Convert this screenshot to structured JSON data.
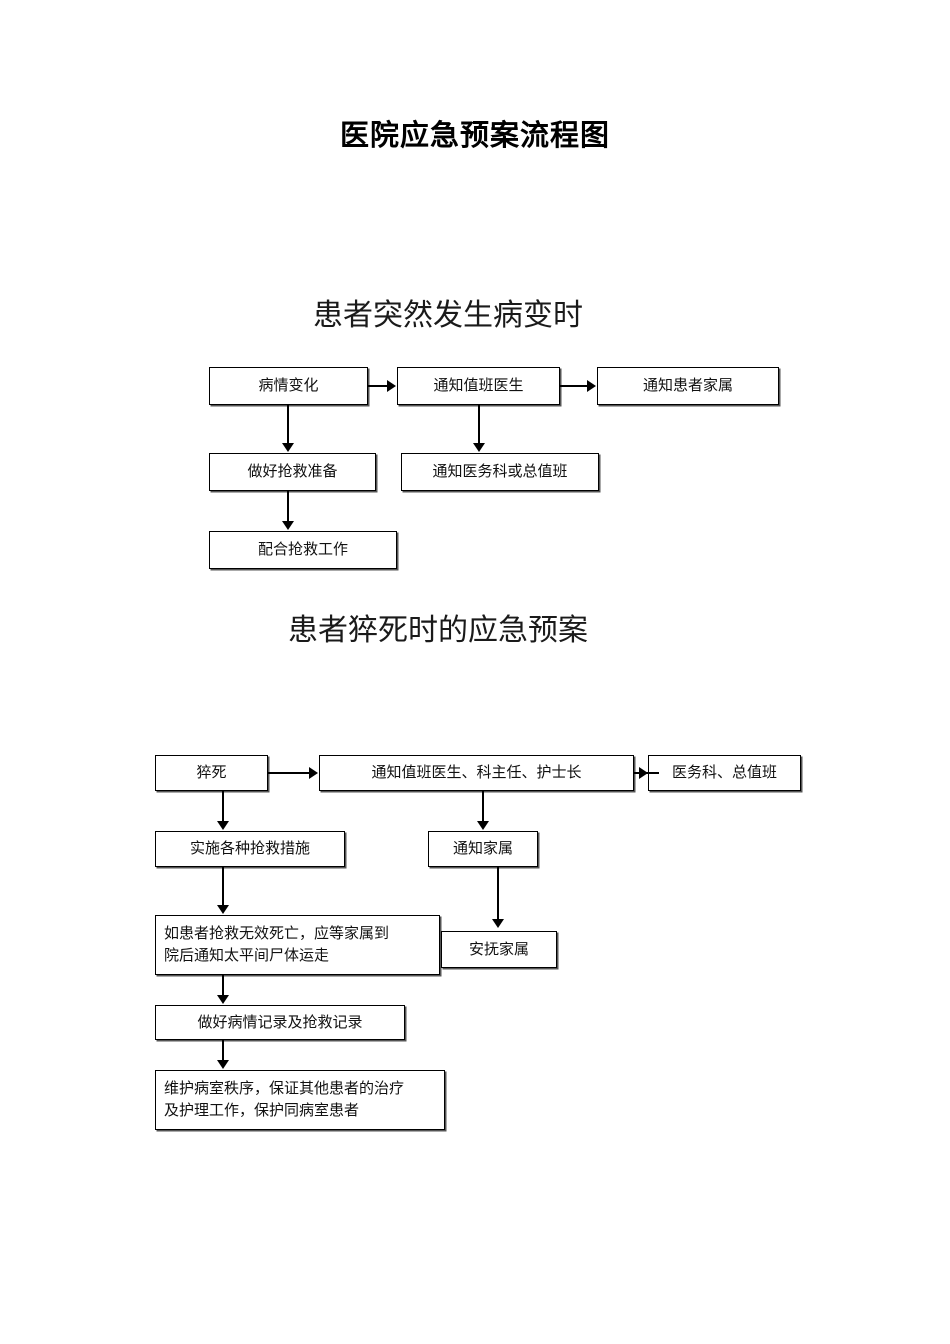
{
  "document": {
    "title": "医院应急预案流程图"
  },
  "sections": [
    {
      "heading": "患者突然发生病变时",
      "nodes": {
        "n1": "病情变化",
        "n2": "通知值班医生",
        "n3": "通知患者家属",
        "n4": "做好抢救准备",
        "n5": "通知医务科或总值班",
        "n6": "配合抢救工作"
      }
    },
    {
      "heading": "患者猝死时的应急预案",
      "nodes": {
        "m1": "猝死",
        "m2": "通知值班医生、科主任、护士长",
        "m3": "医务科、总值班",
        "m4": "实施各种抢救措施",
        "m5": "通知家属",
        "m6_line1": "如患者抢救无效死亡，应等家属到",
        "m6_line2": "院后通知太平间尸体运走",
        "m7": "安抚家属",
        "m8": "做好病情记录及抢救记录",
        "m9_line1": "维护病室秩序，保证其他患者的治疗",
        "m9_line2": "及护理工作，保护同病室患者"
      }
    }
  ],
  "colors": {
    "background": "#ffffff",
    "stroke": "#000000",
    "text": "#111111",
    "shadow": "#555555"
  }
}
